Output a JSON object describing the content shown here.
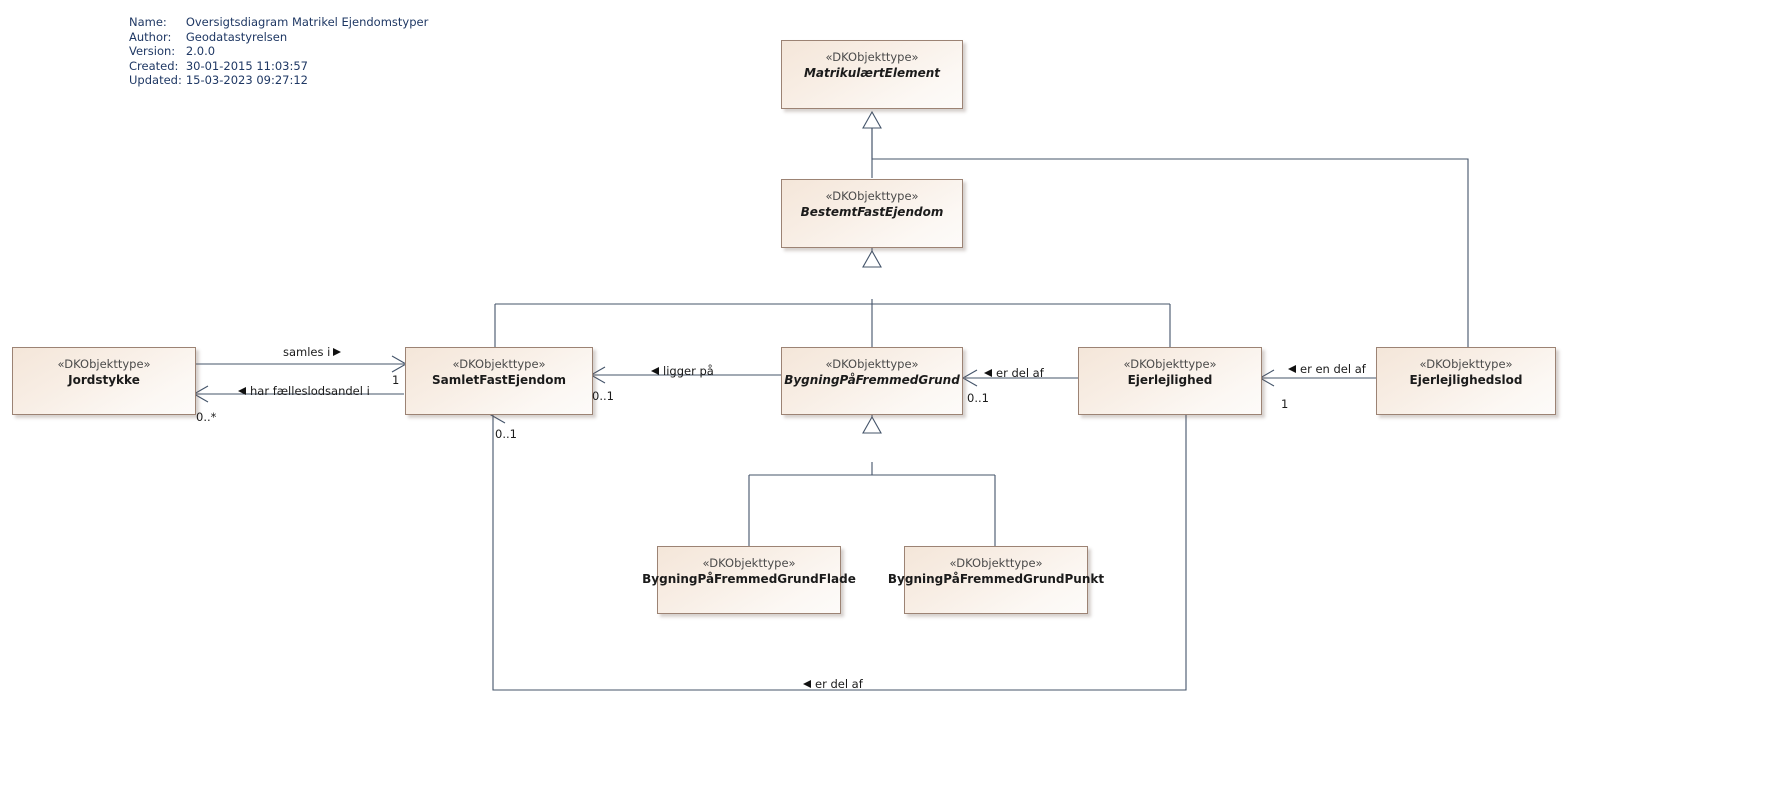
{
  "meta": {
    "rows": [
      {
        "key": "Name:",
        "value": "Oversigtsdiagram Matrikel Ejendomstyper"
      },
      {
        "key": "Author:",
        "value": "Geodatastyrelsen"
      },
      {
        "key": "Version:",
        "value": "2.0.0"
      },
      {
        "key": "Created:",
        "value": "30-01-2015 11:03:57"
      },
      {
        "key": "Updated:",
        "value": "15-03-2023 09:27:12"
      }
    ]
  },
  "diagram": {
    "stereotype": "«DKObjekttype»",
    "classes": [
      {
        "id": "matrikulaertelement",
        "name": "MatrikulærtElement",
        "abstract": true
      },
      {
        "id": "bestemtfastejendom",
        "name": "BestemtFastEjendom",
        "abstract": true
      },
      {
        "id": "jordstykke",
        "name": "Jordstykke",
        "abstract": false
      },
      {
        "id": "samletfastejendom",
        "name": "SamletFastEjendom",
        "abstract": false
      },
      {
        "id": "bygningpaafremmedgrund",
        "name": "BygningPåFremmedGrund",
        "abstract": true
      },
      {
        "id": "ejerlejlighed",
        "name": "Ejerlejlighed",
        "abstract": false
      },
      {
        "id": "ejerlejlighedslod",
        "name": "Ejerlejlighedslod",
        "abstract": false
      },
      {
        "id": "bygningpaafremmedgrundflade",
        "name": "BygningPåFremmedGrundFlade",
        "abstract": false
      },
      {
        "id": "bygningpaafremmedgrundpunkt",
        "name": "BygningPåFremmedGrundPunkt",
        "abstract": false
      }
    ],
    "associations": [
      {
        "id": "samles-i",
        "label": "samles i",
        "direction": "right"
      },
      {
        "id": "har-faelleslodsandel",
        "label": "har fælleslodsandel i",
        "direction": "left"
      },
      {
        "id": "ligger-paa",
        "label": "ligger på",
        "direction": "left"
      },
      {
        "id": "er-del-af-bpfg",
        "label": "er del af",
        "direction": "left"
      },
      {
        "id": "er-en-del-af-ejl",
        "label": "er en del af",
        "direction": "left"
      },
      {
        "id": "er-del-af-bottom",
        "label": "er del af",
        "direction": "left"
      }
    ],
    "multiplicities": [
      {
        "id": "mult-jordstykke-many",
        "value": "0..*"
      },
      {
        "id": "mult-sfe-one",
        "value": "1"
      },
      {
        "id": "mult-sfe-zeroone",
        "value": "0..1"
      },
      {
        "id": "mult-sfe-below",
        "value": "0..1"
      },
      {
        "id": "mult-ejerlejlighed-zeroone",
        "value": "0..1"
      },
      {
        "id": "mult-ejerlejlighedslod-one",
        "value": "1"
      }
    ]
  }
}
